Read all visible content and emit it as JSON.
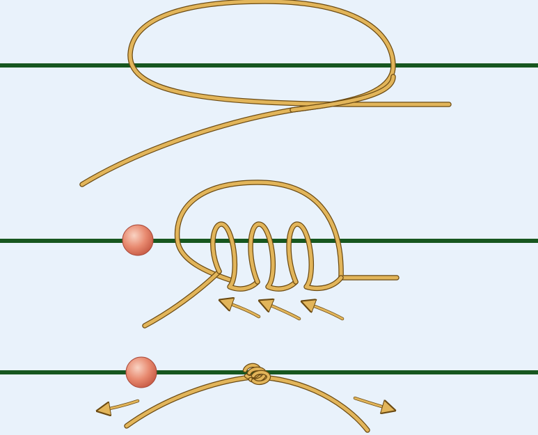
{
  "diagram": {
    "background_color": "#e9f2fb",
    "line_color": "#17571f",
    "cord_color": "#e2b55a",
    "cord_outline_color": "#6b4a12",
    "bead_color": "#e88a70",
    "bead_highlight_color": "#f9d3c3",
    "arrow_color": "#e2b55a",
    "steps": [
      {
        "step": 1,
        "wraps": 0
      },
      {
        "step": 2,
        "wraps": 3,
        "has_bead": true
      },
      {
        "step": 3,
        "wraps": 0,
        "has_bead": true,
        "knot_tightened": true
      }
    ]
  }
}
